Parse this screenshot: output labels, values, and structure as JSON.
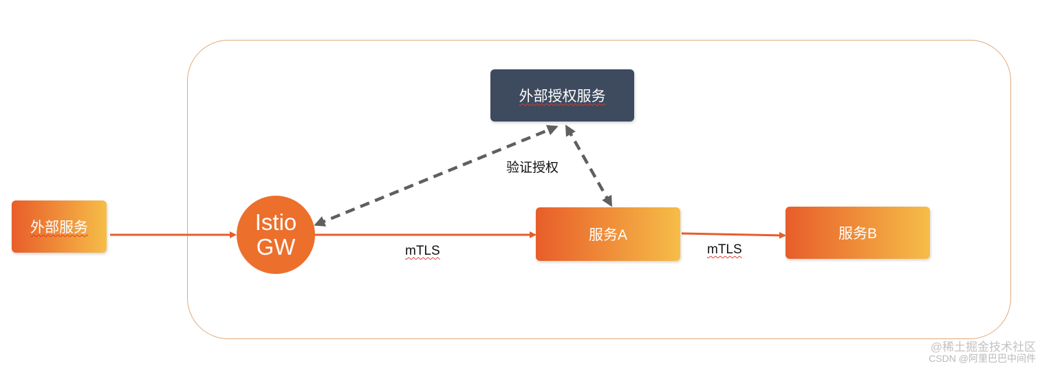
{
  "nodes": {
    "external_service": "外部服务",
    "gateway_line1": "Istio",
    "gateway_line2": "GW",
    "auth_service": "外部授权服务",
    "service_a": "服务A",
    "service_b": "服务B"
  },
  "edges": {
    "mtls_gw_a": "mTLS",
    "mtls_a_b": "mTLS",
    "verify_auth": "验证授权"
  },
  "colors": {
    "gradient_start": "#e85d2a",
    "gradient_end": "#f6bd48",
    "arrow": "#e85d2a",
    "dashed_arrow": "#5f5f5f",
    "auth_box": "#3e4a5e",
    "boundary": "#e0a878"
  },
  "watermark": {
    "line1": "@稀土掘金技术社区",
    "line2": "CSDN @阿里巴巴中间件"
  }
}
